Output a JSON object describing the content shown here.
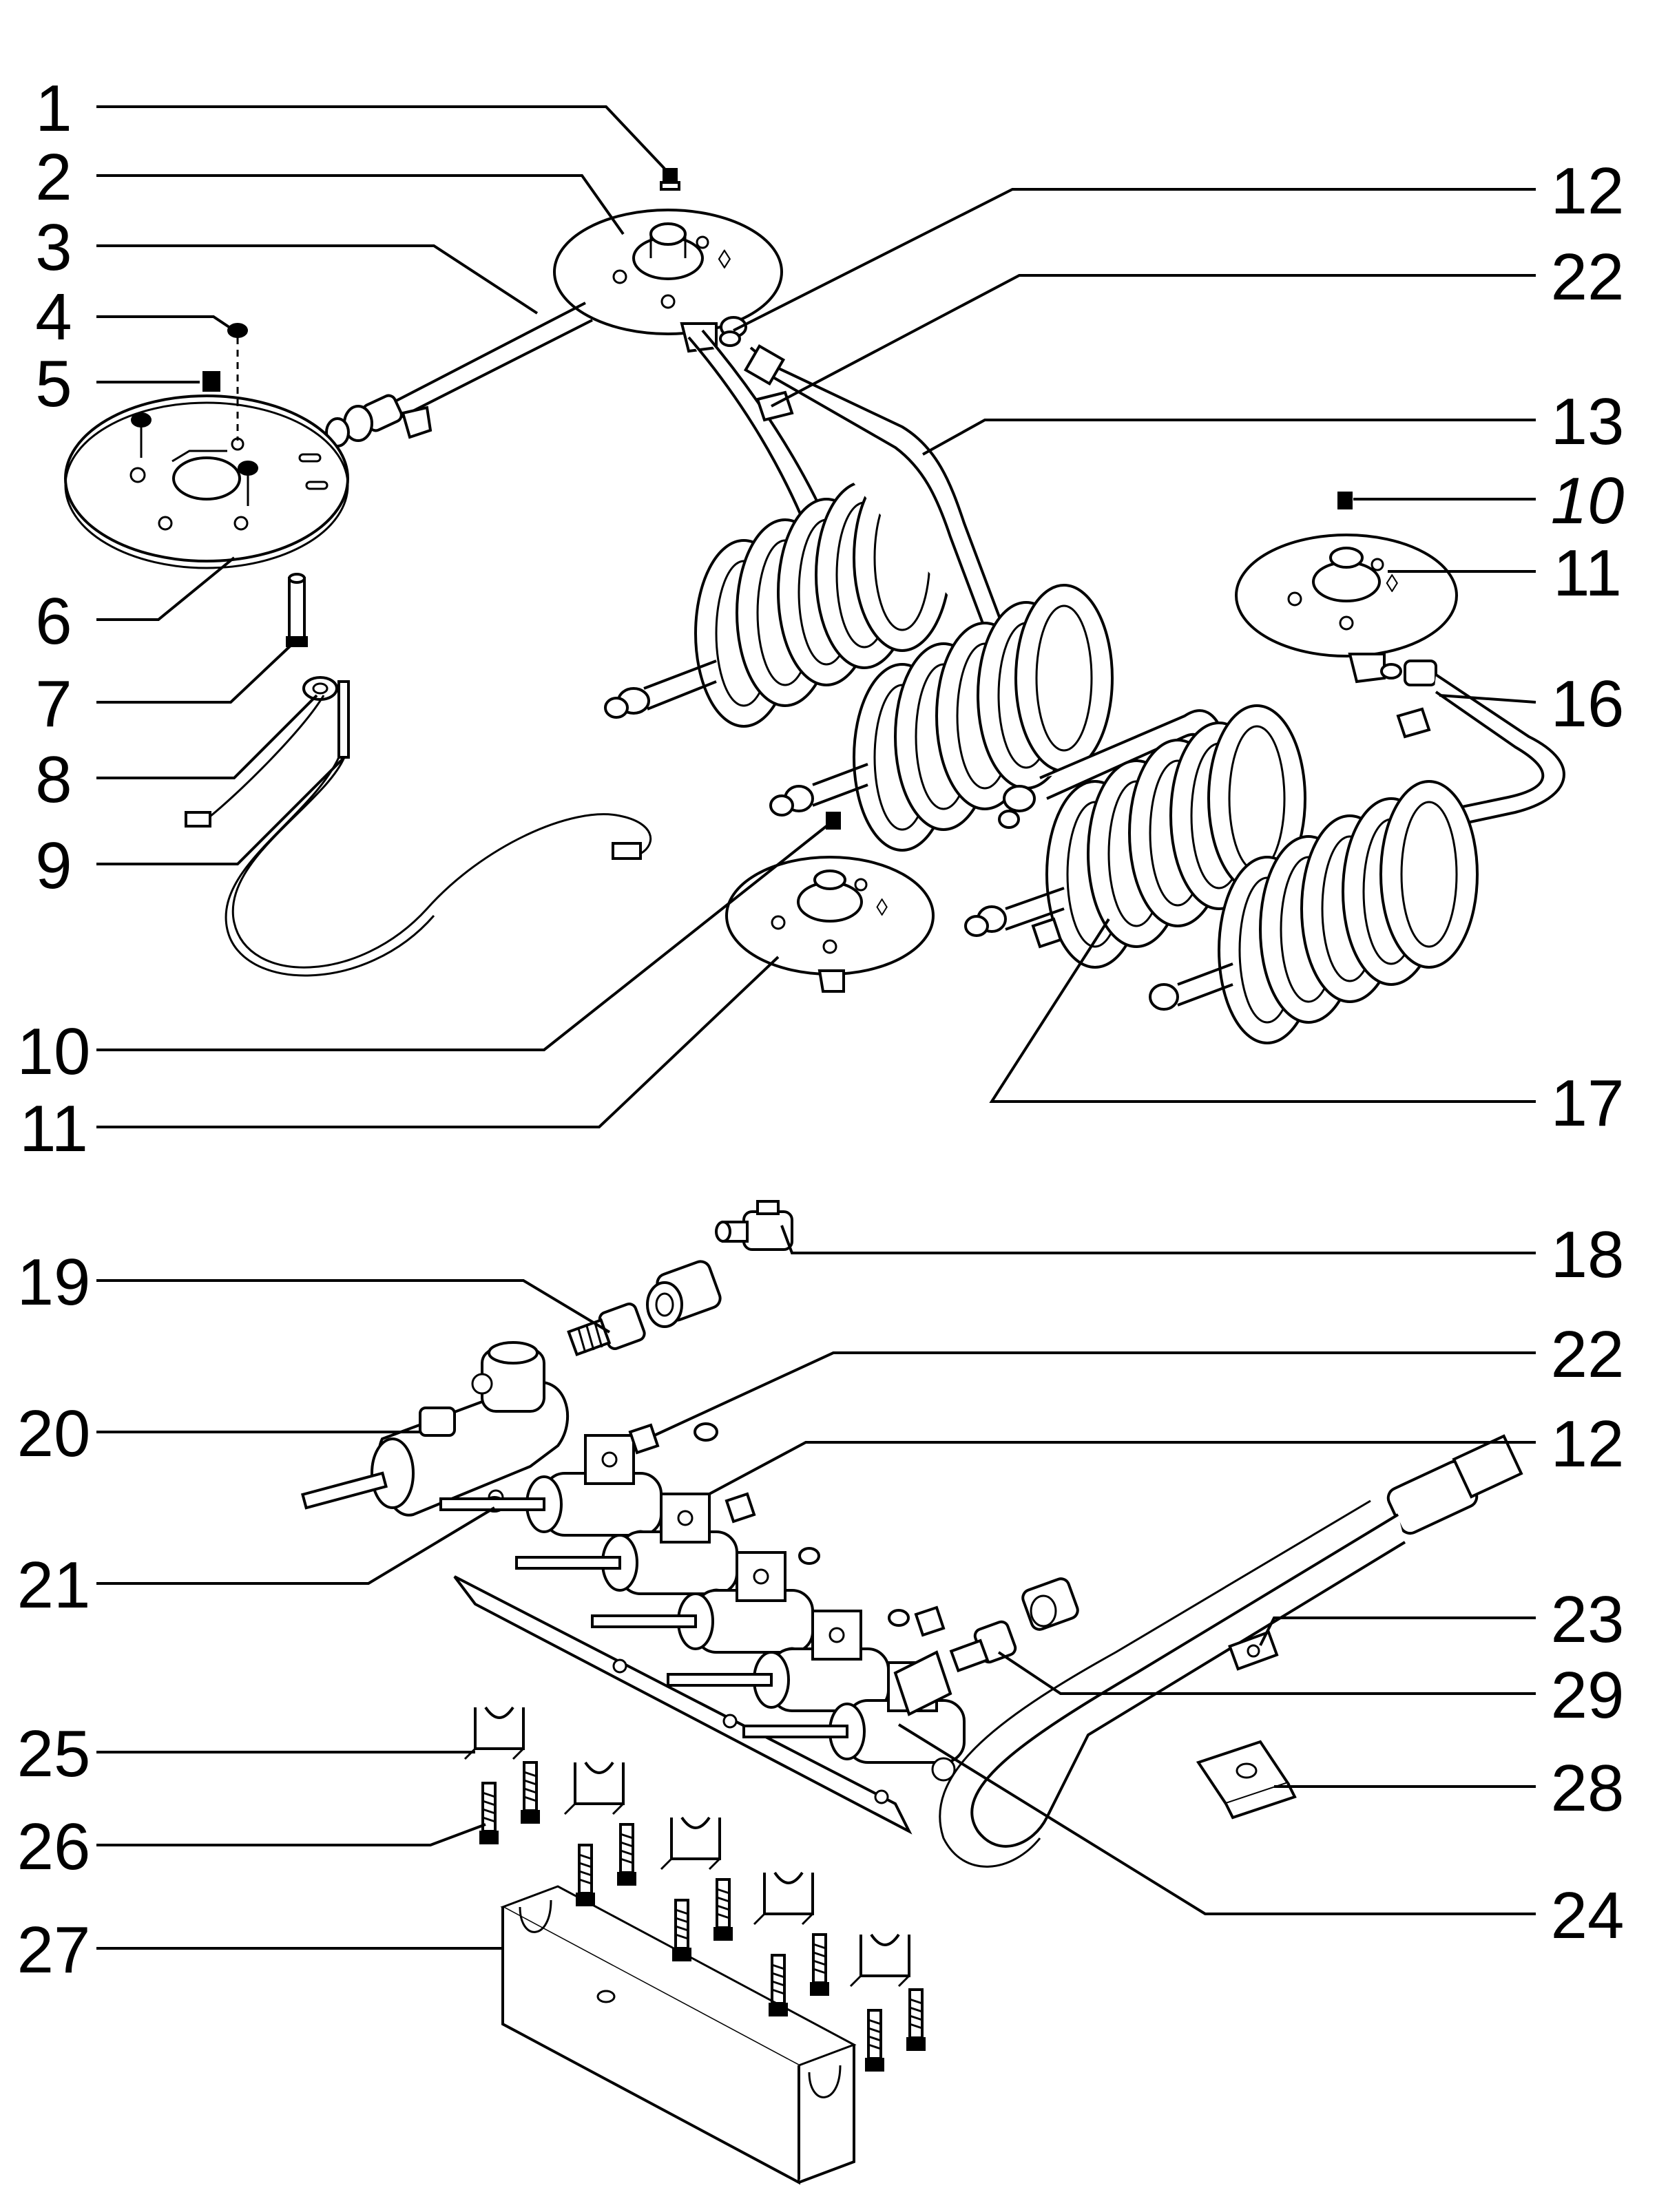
{
  "callouts": [
    {
      "id": "c1",
      "text": "1"
    },
    {
      "id": "c2",
      "text": "2"
    },
    {
      "id": "c3",
      "text": "3"
    },
    {
      "id": "c4",
      "text": "4"
    },
    {
      "id": "c5",
      "text": "5"
    },
    {
      "id": "c6",
      "text": "6"
    },
    {
      "id": "c7",
      "text": "7"
    },
    {
      "id": "c8",
      "text": "8"
    },
    {
      "id": "c9",
      "text": "9"
    },
    {
      "id": "c10a",
      "text": "10"
    },
    {
      "id": "c11a",
      "text": "11"
    },
    {
      "id": "c12a",
      "text": "12"
    },
    {
      "id": "c22a",
      "text": "22"
    },
    {
      "id": "c13",
      "text": "13"
    },
    {
      "id": "c10b",
      "text": "10"
    },
    {
      "id": "c11b",
      "text": "11"
    },
    {
      "id": "c16",
      "text": "16"
    },
    {
      "id": "c17",
      "text": "17"
    },
    {
      "id": "c18",
      "text": "18"
    },
    {
      "id": "c19",
      "text": "19"
    },
    {
      "id": "c22b",
      "text": "22"
    },
    {
      "id": "c20",
      "text": "20"
    },
    {
      "id": "c12b",
      "text": "12"
    },
    {
      "id": "c21",
      "text": "21"
    },
    {
      "id": "c23",
      "text": "23"
    },
    {
      "id": "c29",
      "text": "29"
    },
    {
      "id": "c25",
      "text": "25"
    },
    {
      "id": "c28",
      "text": "28"
    },
    {
      "id": "c26",
      "text": "26"
    },
    {
      "id": "c27",
      "text": "27"
    },
    {
      "id": "c24",
      "text": "24"
    }
  ]
}
